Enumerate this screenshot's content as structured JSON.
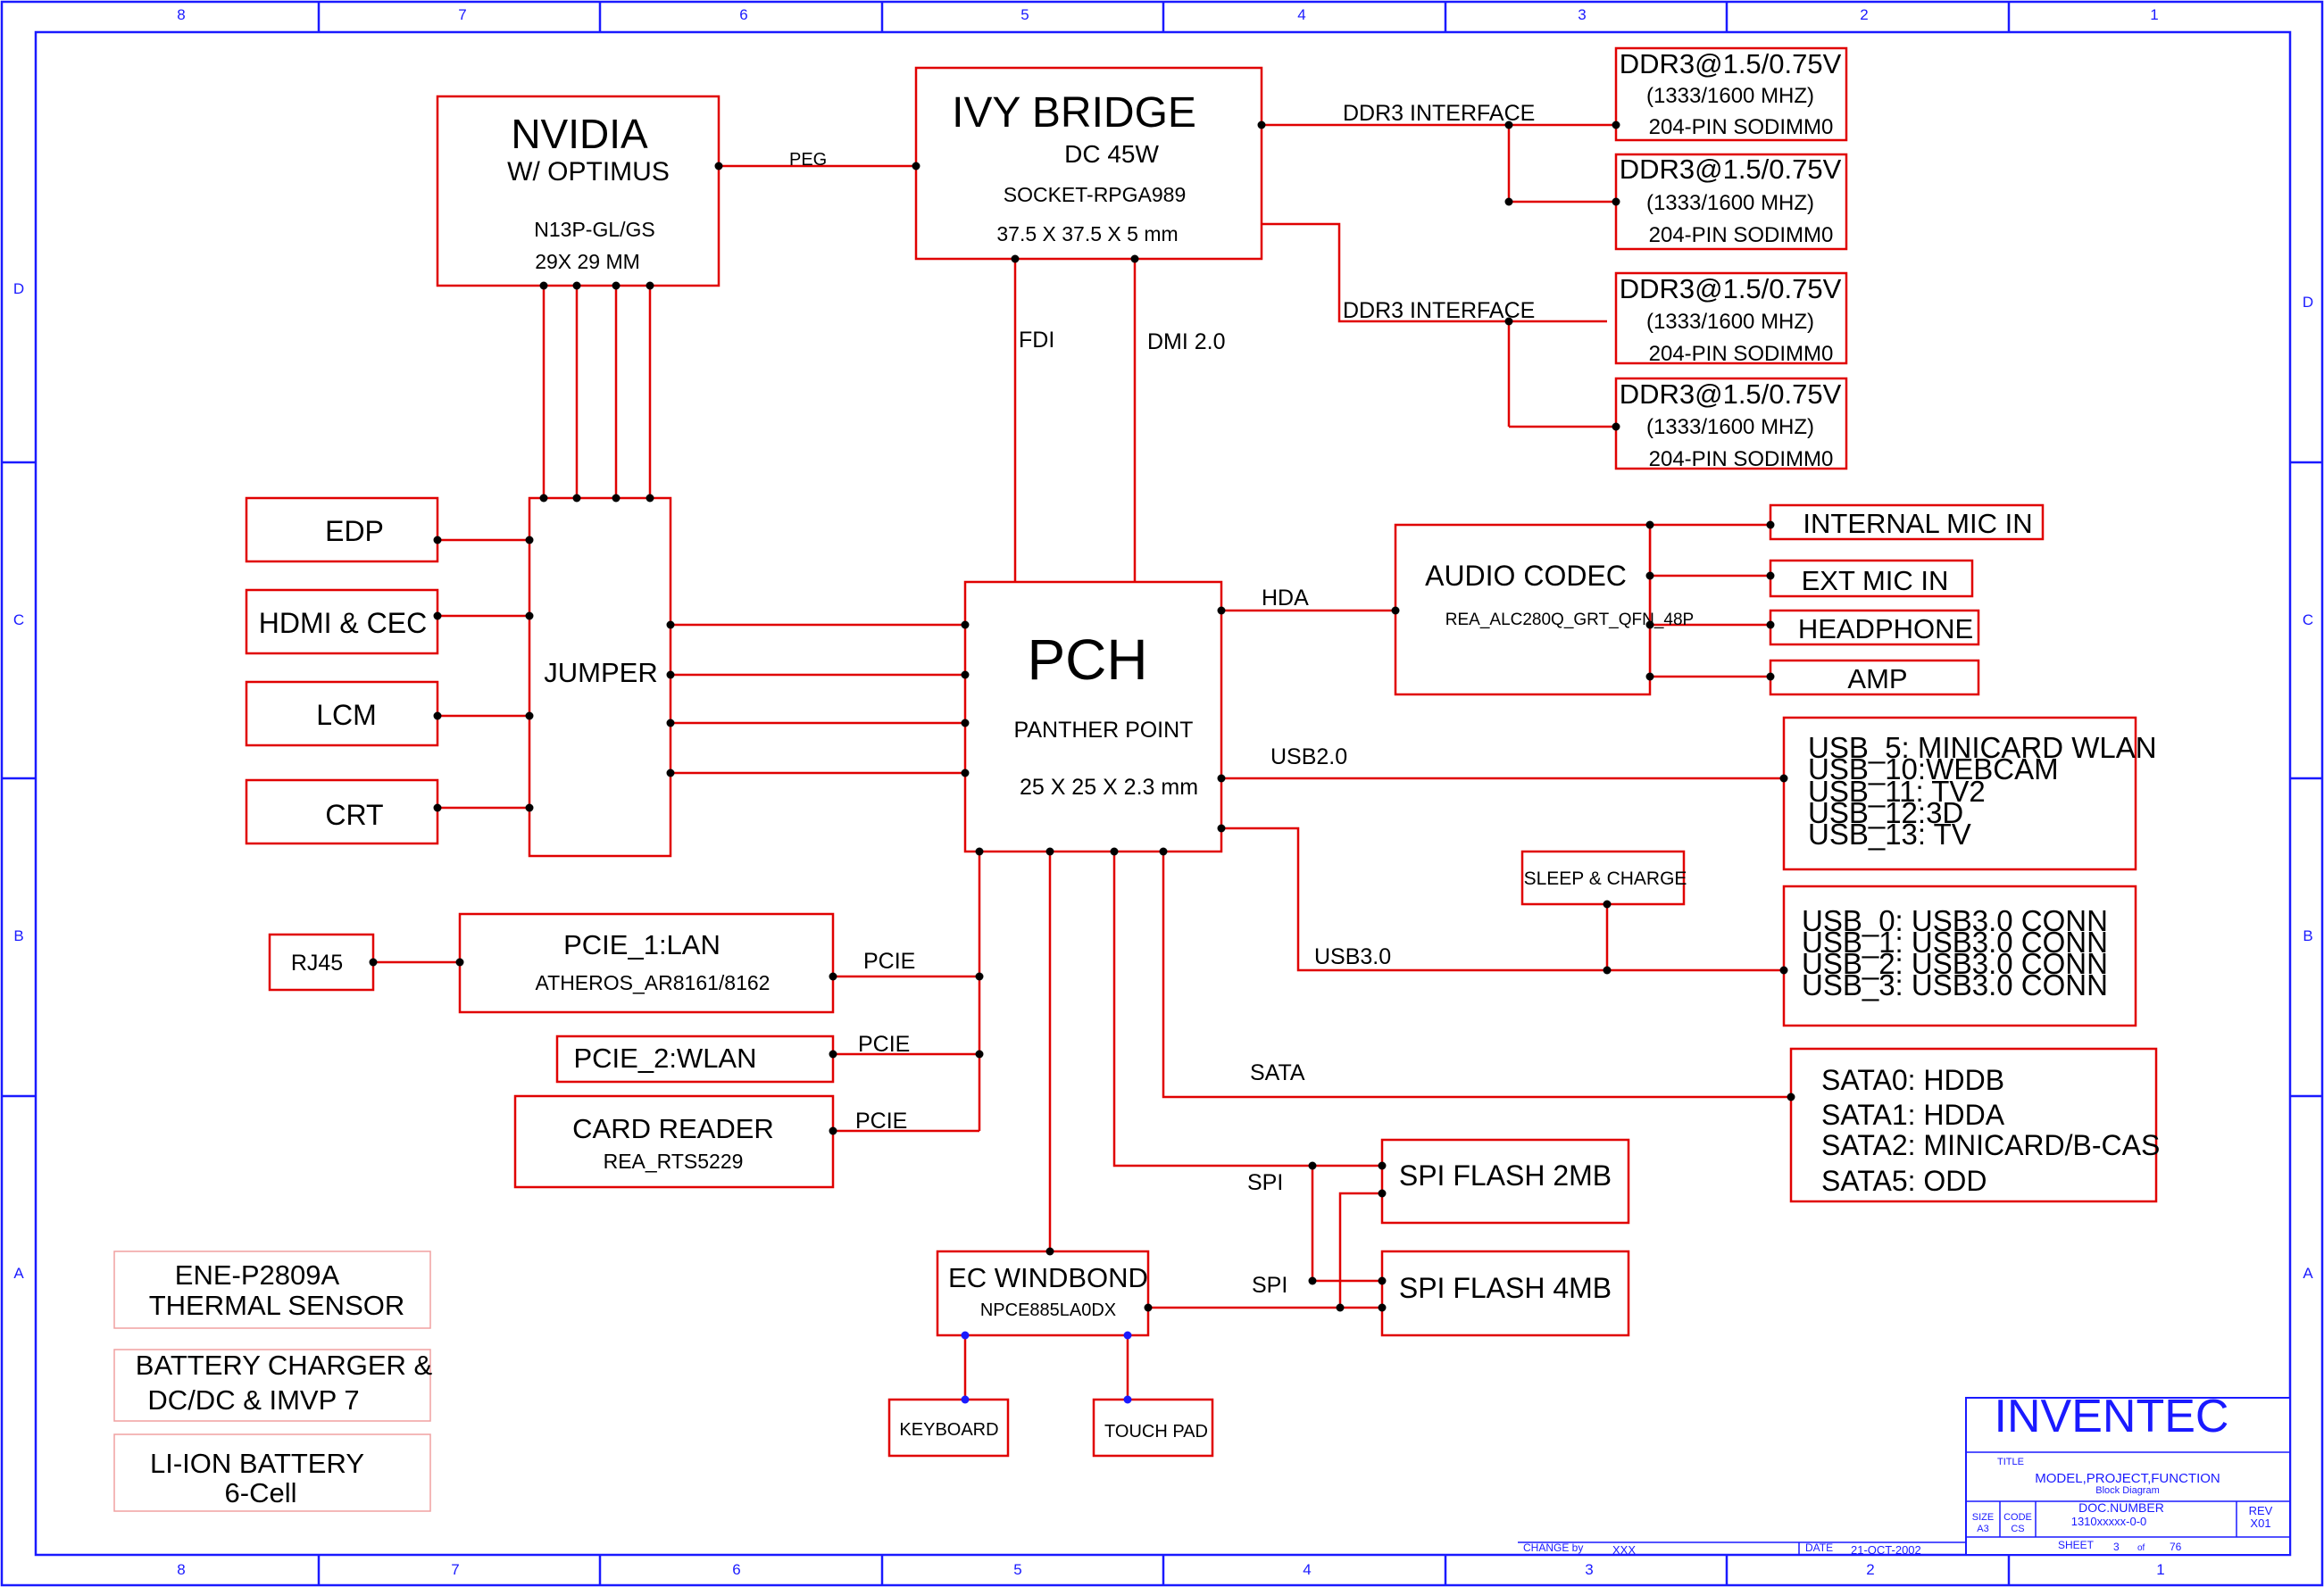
{
  "frame": {
    "columns": [
      "8",
      "7",
      "6",
      "5",
      "4",
      "3",
      "2",
      "1"
    ],
    "rows": [
      "D",
      "C",
      "B",
      "A"
    ]
  },
  "blocks": {
    "cpu": {
      "name": "IVY BRIDGE",
      "power": "DC 45W",
      "socket": "SOCKET-RPGA989",
      "size": "37.5 X 37.5 X 5 mm"
    },
    "gpu": {
      "name": "NVIDIA",
      "sub": "W/ OPTIMUS",
      "part": "N13P-GL/GS",
      "size": "29X 29 MM"
    },
    "pch": {
      "name": "PCH",
      "sub": "PANTHER POINT",
      "size": "25 X 25 X 2.3 mm"
    },
    "jumper": {
      "name": "JUMPER"
    },
    "displays": [
      "EDP",
      "HDMI &  CEC",
      "LCM",
      "CRT"
    ],
    "dimms": [
      {
        "line1": "DDR3@1.5/0.75V",
        "line2": "(1333/1600 MHZ)",
        "line3": "204-PIN SODIMM0"
      },
      {
        "line1": "DDR3@1.5/0.75V",
        "line2": "(1333/1600 MHZ)",
        "line3": "204-PIN SODIMM0"
      },
      {
        "line1": "DDR3@1.5/0.75V",
        "line2": "(1333/1600 MHZ)",
        "line3": "204-PIN SODIMM0"
      },
      {
        "line1": "DDR3@1.5/0.75V",
        "line2": "(1333/1600 MHZ)",
        "line3": "204-PIN SODIMM0"
      }
    ],
    "audio": {
      "name": "AUDIO CODEC",
      "part": "REA_ALC280Q_GRT_QFN_48P",
      "outputs": [
        "INTERNAL MIC IN",
        "EXT MIC IN",
        "HEADPHONE",
        "AMP"
      ]
    },
    "usb2": [
      "USB_5: MINICARD WLAN",
      "USB_10:WEBCAM",
      "USB_11: TV2",
      "USB_12:3D",
      "USB_13: TV"
    ],
    "usb3": [
      "USB_0: USB3.0 CONN",
      "USB_1: USB3.0 CONN",
      "USB_2: USB3.0 CONN",
      "USB_3: USB3.0 CONN"
    ],
    "sleep_charge": "SLEEP & CHARGE",
    "sata": [
      "SATA0: HDDB",
      "SATA1: HDDA",
      "SATA2: MINICARD/B-CAS",
      "SATA5: ODD"
    ],
    "spi_flash": [
      "SPI FLASH 2MB",
      "SPI FLASH 4MB"
    ],
    "ec": {
      "name": "EC WINDBOND",
      "part": "NPCE885LA0DX"
    },
    "keyboard": "KEYBOARD",
    "touchpad": "TOUCH PAD",
    "rj45": "RJ45",
    "lan": {
      "name": "PCIE_1:LAN",
      "part": "ATHEROS_AR8161/8162"
    },
    "wlan": "PCIE_2:WLAN",
    "card_reader": {
      "name": "CARD READER",
      "part": "REA_RTS5229"
    },
    "thermal": {
      "line1": "ENE-P2809A",
      "line2": "THERMAL SENSOR"
    },
    "charger": {
      "line1": "BATTERY CHARGER &",
      "line2": "DC/DC & IMVP 7"
    },
    "battery": {
      "line1": "LI-ION BATTERY",
      "line2": "6-Cell"
    }
  },
  "buses": {
    "peg": "PEG",
    "ddr3": "DDR3 INTERFACE",
    "fdi": "FDI",
    "dmi": "DMI 2.0",
    "hda": "HDA",
    "usb2": "USB2.0",
    "usb3": "USB3.0",
    "sata": "SATA",
    "pcie": "PCIE",
    "spi": "SPI"
  },
  "title_block": {
    "company": "INVENTEC",
    "title_label": "TITLE",
    "title": "MODEL,PROJECT,FUNCTION",
    "subtitle": "Block Diagram",
    "size_label": "SIZE",
    "size": "A3",
    "code_label": "CODE",
    "code": "CS",
    "doc_label": "DOC.NUMBER",
    "doc": "1310xxxxx-0-0",
    "rev_label": "REV",
    "rev": "X01",
    "change_label": "CHANGE by",
    "change": "XXX",
    "date_label": "DATE",
    "date": "21-OCT-2002",
    "sheet_label": "SHEET",
    "sheet": "3",
    "of_label": "of",
    "sheets": "76"
  }
}
